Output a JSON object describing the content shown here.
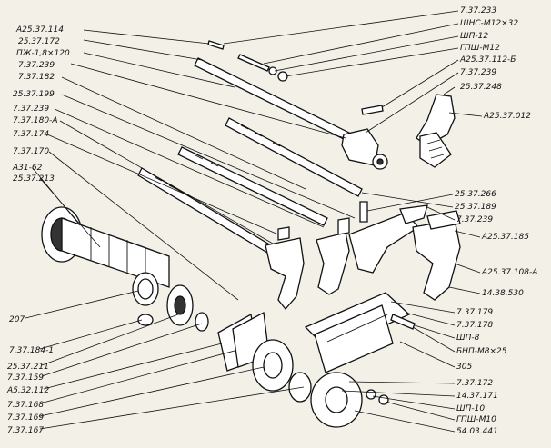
{
  "colors": {
    "background": "#f3f0e8",
    "ink": "#111111"
  },
  "labels_left": [
    "A25.37.114",
    "25.37.172",
    "ПЖ-1,8×120",
    "7.37.239",
    "7.37.182",
    "25.37.199",
    "7.37.239",
    "7.37.180-А",
    "7.37.174",
    "7.37.170",
    "A31-62",
    "25.37.213"
  ],
  "labels_left_bottom": [
    "207",
    "7.37.184-1",
    "25.37.211",
    "7.37.159",
    "A5.32.112",
    "7.37.168",
    "7.37.169",
    "7.37.167"
  ],
  "labels_right_top": [
    "7.37.233",
    "ШНС-М12×32",
    "ШП-12",
    "ГПШ-М12",
    "A25.37.112-Б",
    "7.37.239",
    "25.37.248",
    "A25.37.012"
  ],
  "labels_right_mid": [
    "25.37.266",
    "25.37.189",
    "7.37.239",
    "A25.37.185",
    "A25.37.108-А",
    "14.38.530",
    "7.37.179",
    "7.37.178",
    "ШП-8",
    "БНП-М8×25",
    "305"
  ],
  "labels_right_bottom": [
    "7.37.172",
    "14.37.171",
    "ШП-10",
    "ГПШ-М10",
    "54.03.441"
  ]
}
